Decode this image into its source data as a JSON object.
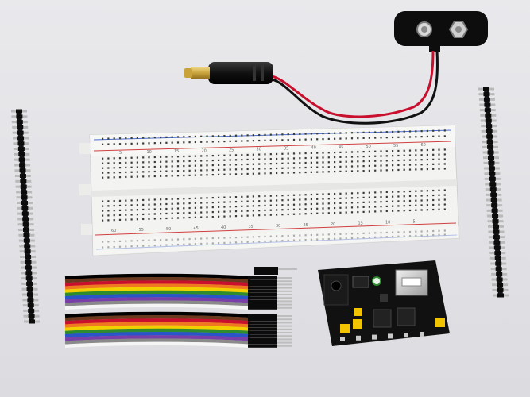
{
  "scene": {
    "background_color": "#e4e4e8",
    "objects": [
      {
        "name": "battery-snap-connector",
        "icon": "battery-snap-icon"
      },
      {
        "name": "dc-barrel-plug",
        "icon": "barrel-plug-icon"
      },
      {
        "name": "breadboard",
        "icon": "breadboard-icon"
      },
      {
        "name": "pin-header-left",
        "icon": "pin-header-icon"
      },
      {
        "name": "pin-header-right",
        "icon": "pin-header-icon"
      },
      {
        "name": "jumper-wire-ribbon",
        "icon": "ribbon-cable-icon"
      },
      {
        "name": "power-supply-module",
        "icon": "pcb-module-icon"
      }
    ],
    "breadboard_labels": {
      "top_row": [
        "5",
        "10",
        "15",
        "20",
        "25",
        "30",
        "35",
        "40",
        "45",
        "50",
        "55",
        "60"
      ],
      "bottom_row": [
        "60",
        "55",
        "50",
        "45",
        "40",
        "35",
        "30",
        "25",
        "20",
        "15",
        "10",
        "5"
      ]
    },
    "colors": {
      "breadboard_body": "#f3f3f1",
      "rail_red": "#d04040",
      "rail_blue": "#4a6fd0",
      "pcb": "#111111",
      "wire_red": "#c8102e",
      "wire_black": "#111111",
      "jumper_yellow": "#f2c400"
    },
    "ribbon_colors": [
      "#000000",
      "#6b3a1e",
      "#c8102e",
      "#f07820",
      "#f2d000",
      "#2e8b2e",
      "#2a55c8",
      "#7a3ea8",
      "#8a8a8a",
      "#f5f5f5",
      "#000000",
      "#6b3a1e",
      "#c8102e",
      "#f07820",
      "#f2d000",
      "#2e8b2e",
      "#2a55c8",
      "#7a3ea8",
      "#8a8a8a",
      "#f5f5f5"
    ]
  }
}
